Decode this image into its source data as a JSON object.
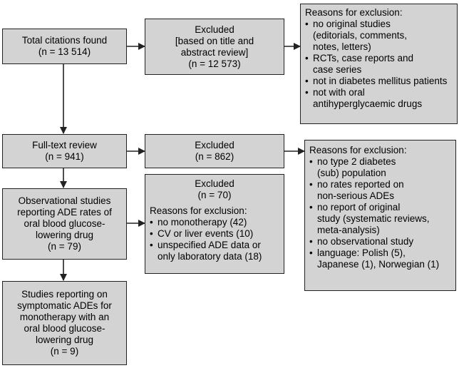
{
  "flowchart": {
    "total": {
      "lines": [
        "Total citations found",
        "(n = 13 514)"
      ]
    },
    "excluded_1": {
      "lines": [
        "Excluded",
        "[based on title and",
        "abstract review]",
        "(n = 12 573)"
      ]
    },
    "reasons_1": {
      "heading": "Reasons for exclusion:",
      "items": [
        [
          "no original studies",
          "(editorials, comments,",
          "notes, letters)"
        ],
        [
          "RCTs, case reports and",
          "case series"
        ],
        [
          "not in diabetes mellitus patients"
        ],
        [
          "not with oral",
          "antihyperglycaemic drugs"
        ]
      ]
    },
    "fulltext": {
      "lines": [
        "Full-text review",
        "(n = 941)"
      ]
    },
    "excluded_2": {
      "lines": [
        "Excluded",
        "(n = 862)"
      ]
    },
    "reasons_2": {
      "heading": "Reasons for exclusion:",
      "items": [
        [
          "no type 2 diabetes",
          "(sub) population"
        ],
        [
          "no rates reported on",
          "non-serious ADEs"
        ],
        [
          "no report of original",
          "study (systematic reviews,",
          "meta-analysis)"
        ],
        [
          "no observational study"
        ],
        [
          "language: Polish (5),",
          "Japanese (1), Norwegian (1)"
        ]
      ]
    },
    "observational": {
      "lines": [
        "Observational studies",
        "reporting ADE rates of",
        "oral blood glucose-",
        "lowering drug",
        "(n = 79)"
      ]
    },
    "excluded_3": {
      "lines": [
        "Excluded",
        "(n = 70)"
      ],
      "heading": "Reasons for exclusion:",
      "items": [
        [
          "no monotherapy (42)"
        ],
        [
          "CV or liver events (10)"
        ],
        [
          "unspecified ADE data or",
          "only laboratory data (18)"
        ]
      ]
    },
    "final": {
      "lines": [
        "Studies reporting on",
        "symptomatic ADEs for",
        "monotherapy with an",
        "oral blood glucose-",
        "lowering drug",
        "(n = 9)"
      ]
    }
  }
}
